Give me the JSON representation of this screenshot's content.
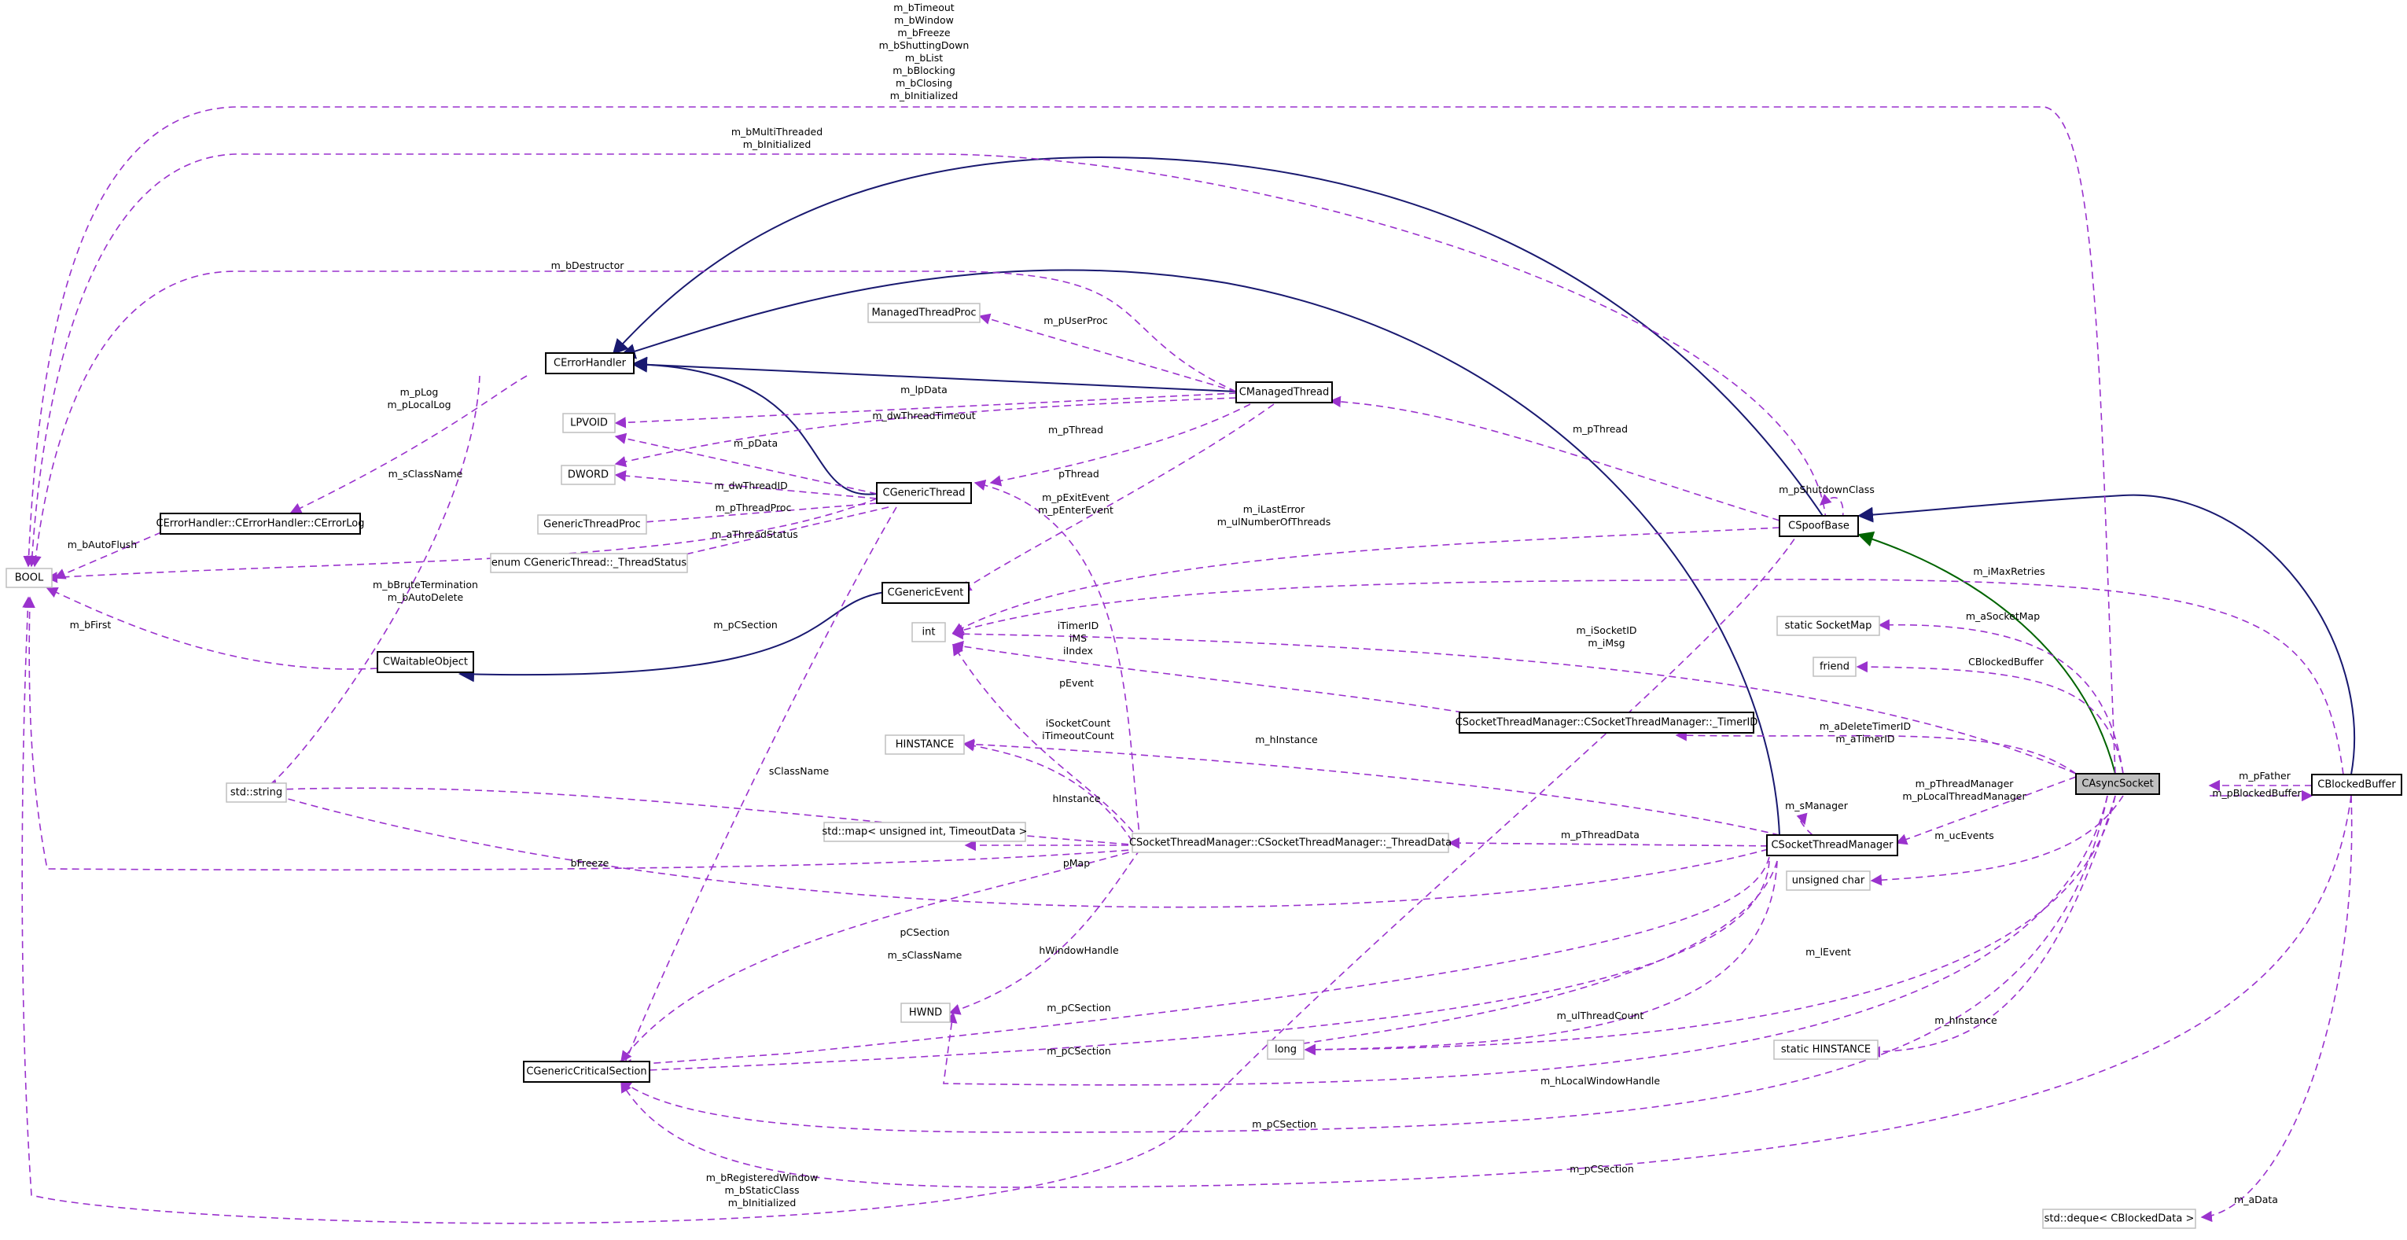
{
  "diagram": {
    "nodes": {
      "bool": "BOOL",
      "cerrorhandler": "CErrorHandler",
      "cerrorlog": "CErrorHandler::CErrorHandler::CErrorLog",
      "cwaitable": "CWaitableObject",
      "stdstring": "std::string",
      "critsec": "CGenericCriticalSection",
      "managedproc": "ManagedThreadProc",
      "lpvoid": "LPVOID",
      "dword": "DWORD",
      "genericproc": "GenericThreadProc",
      "threadstatus": "enum CGenericThread::_ThreadStatus",
      "cmanagedthread": "CManagedThread",
      "cgenericthread": "CGenericThread",
      "cgenericevent": "CGenericEvent",
      "int": "int",
      "hinstance": "HINSTANCE",
      "stdmap": "std::map< unsigned int, TimeoutData >",
      "threaddata": "CSocketThreadManager::CSocketThreadManager::_ThreadData",
      "hwnd": "HWND",
      "long": "long",
      "timerid": "CSocketThreadManager::CSocketThreadManager::_TimerID",
      "cspoofbase": "CSpoofBase",
      "socketmap": "static SocketMap",
      "friend": "friend",
      "ucevents": "unsigned char",
      "statichinstance": "static HINSTANCE",
      "socketthreadmgr": "CSocketThreadManager",
      "casyncsocket": "CAsyncSocket",
      "cblockedbuffer": "CBlockedBuffer",
      "deque": "std::deque< CBlockedData >"
    },
    "labels": {
      "top_bool_lines": [
        "m_bTimeout",
        "m_bWindow",
        "m_bFreeze",
        "m_bShuttingDown",
        "m_bList",
        "m_bBlocking",
        "m_bClosing",
        "m_bInitialized"
      ],
      "multi_lines": [
        "m_bMultiThreaded",
        "m_bInitialized"
      ],
      "destructor": "m_bDestructor",
      "plog_lines": [
        "m_pLog",
        "m_pLocalLog"
      ],
      "sclassname_err": "m_sClassName",
      "bautoflush": "m_bAutoFlush",
      "brute_lines": [
        "m_bBruteTermination",
        "m_bAutoDelete"
      ],
      "bfirst": "m_bFirst",
      "puserproc": "m_pUserProc",
      "lpdata": "m_lpData",
      "dwthreadtimeout": "m_dwThreadTimeout",
      "pdata": "m_pData",
      "pthread_mt": "m_pThread",
      "dwthreadid": "m_dwThreadID",
      "pthreadproc": "m_pThreadProc",
      "athreadstatus": "m_aThreadStatus",
      "pcsection_gt": "m_pCSection",
      "pthread_td": "pThread",
      "pexit_lines": [
        "m_pExitEvent",
        "m_pEnterEvent"
      ],
      "pthread_sb": "m_pThread",
      "lasterror_lines": [
        "m_iLastError",
        "m_ulNumberOfThreads"
      ],
      "pshutdown": "m_pShutdownClass",
      "imaxretries": "m_iMaxRetries",
      "timer_lines": [
        "iTimerID",
        "iMS",
        "iIndex"
      ],
      "isocketid_lines": [
        "m_iSocketID",
        "m_iMsg"
      ],
      "pevent": "pEvent",
      "isocketcount_lines": [
        "iSocketCount",
        "iTimeoutCount"
      ],
      "hinstance_stm": "m_hInstance",
      "sclassname_td": "sClassName",
      "hinstance_td": "hInstance",
      "pmap": "pMap",
      "bfreeze": "bFreeze",
      "psection_td": "pCSection",
      "sclassname_stm": "m_sClassName",
      "hwindowhandle": "hWindowHandle",
      "pcsection_stm1": "m_pCSection",
      "pcsection_stm2": "m_pCSection",
      "uthreadcount": "m_ulThreadCount",
      "hlocalwindow": "m_hLocalWindowHandle",
      "cs_async": "m_pCSection",
      "cs_blocked": "m_pCSection",
      "registered_lines": [
        "m_bRegisteredWindow",
        "m_bStaticClass",
        "m_bInitialized"
      ],
      "pthreaddata": "m_pThreadData",
      "smanager": "m_sManager",
      "asocketmap": "m_aSocketMap",
      "cblockedbuffer_friend": "CBlockedBuffer",
      "adelete_lines": [
        "m_aDeleteTimerID",
        "m_aTimerID"
      ],
      "pthreadmgr_lines": [
        "m_pThreadManager",
        "m_pLocalThreadManager"
      ],
      "ucevents_lbl": "m_ucEvents",
      "ievent": "m_lEvent",
      "hinstance_async": "m_hInstance",
      "pfather": "m_pFather",
      "pblockedbuffer": "m_pBlockedBuffer",
      "adata": "m_aData"
    }
  },
  "colors": {
    "member_edge": "#9a32cd",
    "inherit_edge": "#191970",
    "public_inherit_edge": "#006400",
    "focus_fill": "#bfbfbf"
  }
}
